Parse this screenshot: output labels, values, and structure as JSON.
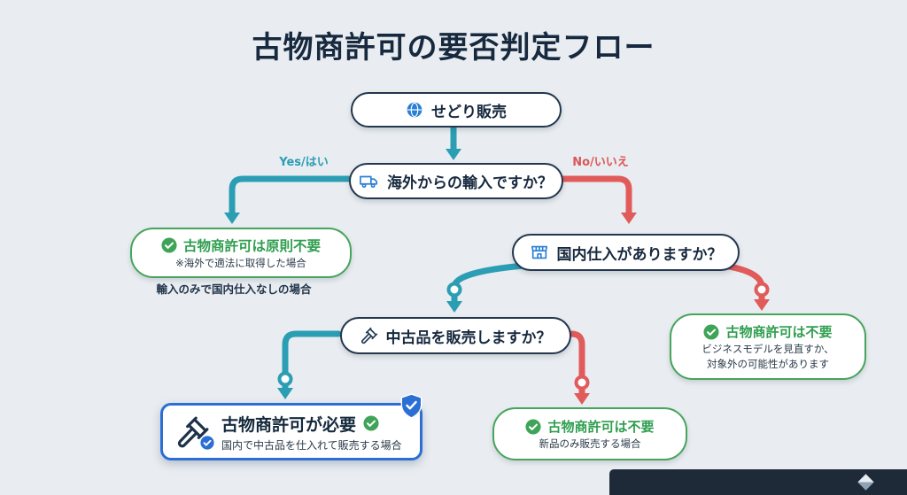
{
  "title": "古物商許可の要否判定フロー",
  "flow": {
    "start": {
      "label": "せどり販売"
    },
    "q_import": {
      "label": "海外からの輸入ですか？",
      "yes_label": "Yes/はい",
      "no_label": "No/いいえ"
    },
    "result_import_only": {
      "title": "古物商許可は原則不要",
      "note": "※海外で適法に取得した場合",
      "caption": "輸入のみで国内仕入なしの場合"
    },
    "q_domestic": {
      "label": "国内仕入がありますか？"
    },
    "q_used": {
      "label": "中古品を販売しますか？"
    },
    "result_out_of_scope": {
      "title": "古物商許可は不要",
      "note_line1": "ビジネスモデルを見直すか、",
      "note_line2": "対象外の可能性があります"
    },
    "result_required": {
      "title": "古物商許可が必要",
      "note": "国内で中古品を仕入れて販売する場合"
    },
    "result_new_only": {
      "title": "古物商許可は不要",
      "note": "新品のみ販売する場合"
    }
  },
  "colors": {
    "background": "#e9edf1",
    "yes_branch": "#2b9eb3",
    "no_branch": "#e15b5b",
    "success_green": "#3fa457",
    "accent_blue": "#2b6fd4",
    "dark_navy": "#1c2b3a"
  },
  "icons": {
    "start": "globe",
    "q_import": "delivery-truck",
    "q_domestic": "storefront",
    "q_used": "gavel",
    "results": "check-circle",
    "required_badge": "shield-check",
    "footer": "diamond"
  }
}
